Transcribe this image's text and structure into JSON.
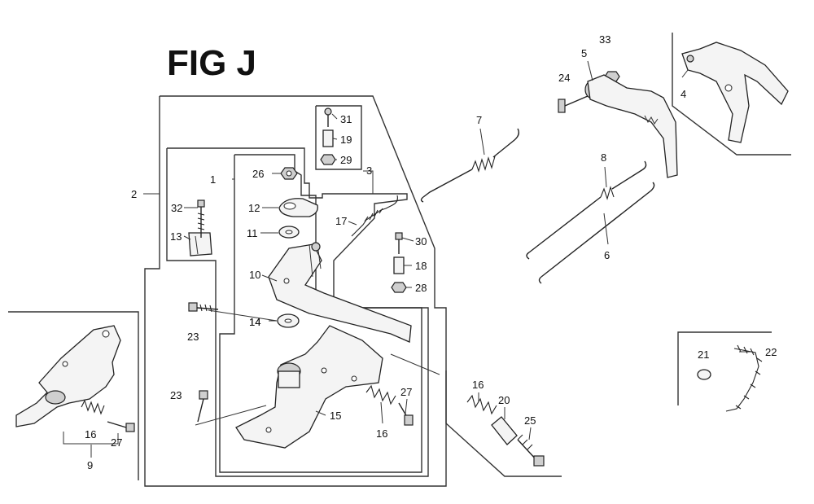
{
  "figure": {
    "title": "FIG J"
  },
  "callouts": [
    "1",
    "2",
    "3",
    "4",
    "5",
    "6",
    "7",
    "8",
    "9",
    "10",
    "11",
    "12",
    "13",
    "14",
    "14",
    "15",
    "16",
    "16",
    "16",
    "17",
    "18",
    "19",
    "20",
    "21",
    "22",
    "23",
    "23",
    "24",
    "25",
    "26",
    "27",
    "27",
    "28",
    "29",
    "30",
    "31",
    "32",
    "33"
  ],
  "colors": {
    "line": "#222222",
    "background": "#ffffff"
  }
}
